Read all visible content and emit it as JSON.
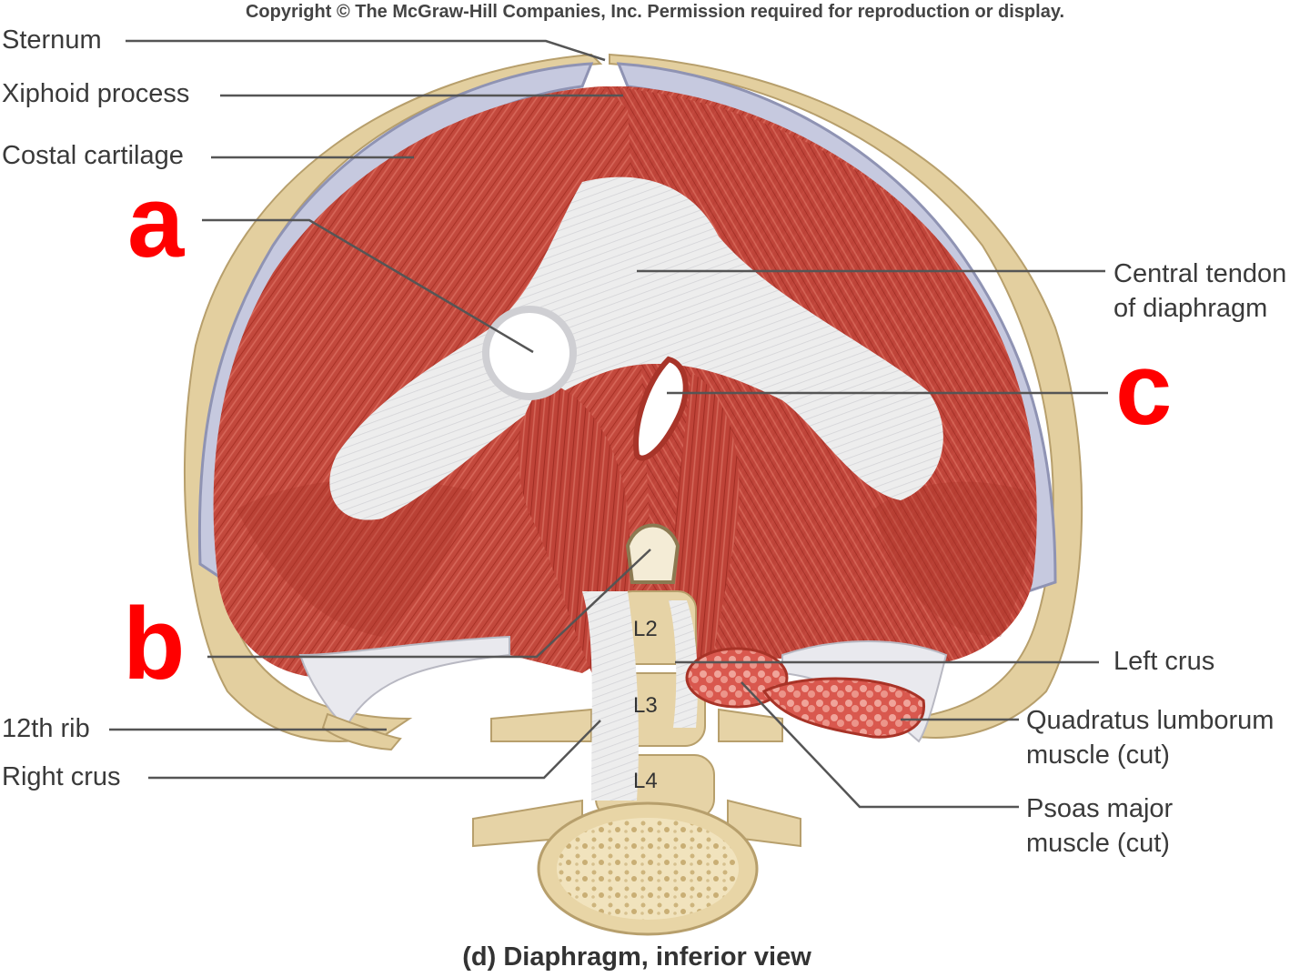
{
  "copyright": "Copyright © The McGraw-Hill Companies, Inc. Permission required for reproduction or display.",
  "caption": "(d) Diaphragm, inferior view",
  "labels": {
    "sternum": "Sternum",
    "xiphoid": "Xiphoid process",
    "costal": "Costal cartilage",
    "central_line1": "Central tendon",
    "central_line2": "of diaphragm",
    "left_crus": "Left crus",
    "quadratus_line1": "Quadratus lumborum",
    "quadratus_line2": "muscle (cut)",
    "psoas_line1": "Psoas major",
    "psoas_line2": "muscle (cut)",
    "rib12": "12th rib",
    "right_crus": "Right crus"
  },
  "markers": {
    "a": "a",
    "b": "b",
    "c": "c"
  },
  "vertebrae": {
    "l2": "L2",
    "l3": "L3",
    "l4": "L4"
  },
  "colors": {
    "marker": "#ff0000",
    "muscle": "#c0453a",
    "tendon": "#ececec",
    "cartilage": "#c4c8dc",
    "bone": "#e6d3a6"
  }
}
